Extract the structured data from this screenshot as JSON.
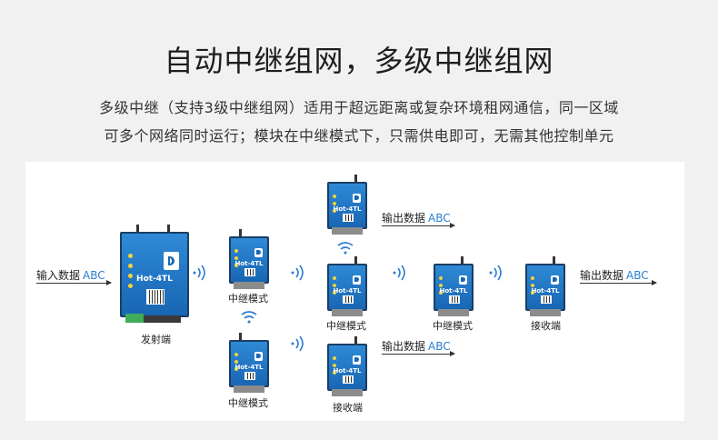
{
  "title": "自动中继组网，多级中继组网",
  "description": {
    "line1": "多级中继（支持3级中继组网）适用于超远距离或复杂环境租网通信，同一区域",
    "line2": "可多个网络同时运行；模块在中继模式下，只需供电即可，无需其他控制单元"
  },
  "device_label": "Hot-4TL",
  "input": {
    "text": "输入数据",
    "abc": "ABC"
  },
  "outputs": [
    {
      "text": "输出数据",
      "abc": "ABC"
    },
    {
      "text": "输出数据",
      "abc": "ABC"
    },
    {
      "text": "输出数据",
      "abc": "ABC"
    }
  ],
  "captions": {
    "sender": "发射端",
    "relay_1": "中继模式",
    "relay_2": "中继模式",
    "relay_3": "中继模式",
    "relay_4": "中继模式",
    "receiver_top": "",
    "receiver_mid": "接收端",
    "receiver_bottom": "接收端"
  },
  "colors": {
    "device_blue": "#1f74c4",
    "abc_blue": "#2a7dd1",
    "led_yellow": "#f3d234",
    "terminal_green": "#3fae5a"
  },
  "icons": {
    "wireless": "wireless-signal-icon",
    "antenna": "antenna-icon",
    "logo": "hd-logo-icon"
  }
}
